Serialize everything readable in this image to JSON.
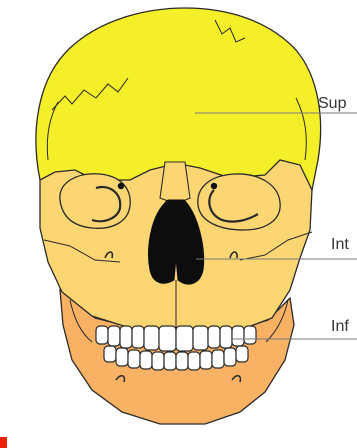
{
  "labels": {
    "superior": "Sup",
    "intermediate": "Int",
    "inferior": "Inf"
  },
  "colors": {
    "superior_region": "#f5ef2a",
    "intermediate_region": "#fcd672",
    "inferior_region": "#f9b164",
    "outline": "#2a2a2a",
    "dark_cavity": "#0d0d0d",
    "teeth": "#ffffff",
    "leader_line": "#7a7a7a",
    "corner_mark": "#ee2200"
  }
}
